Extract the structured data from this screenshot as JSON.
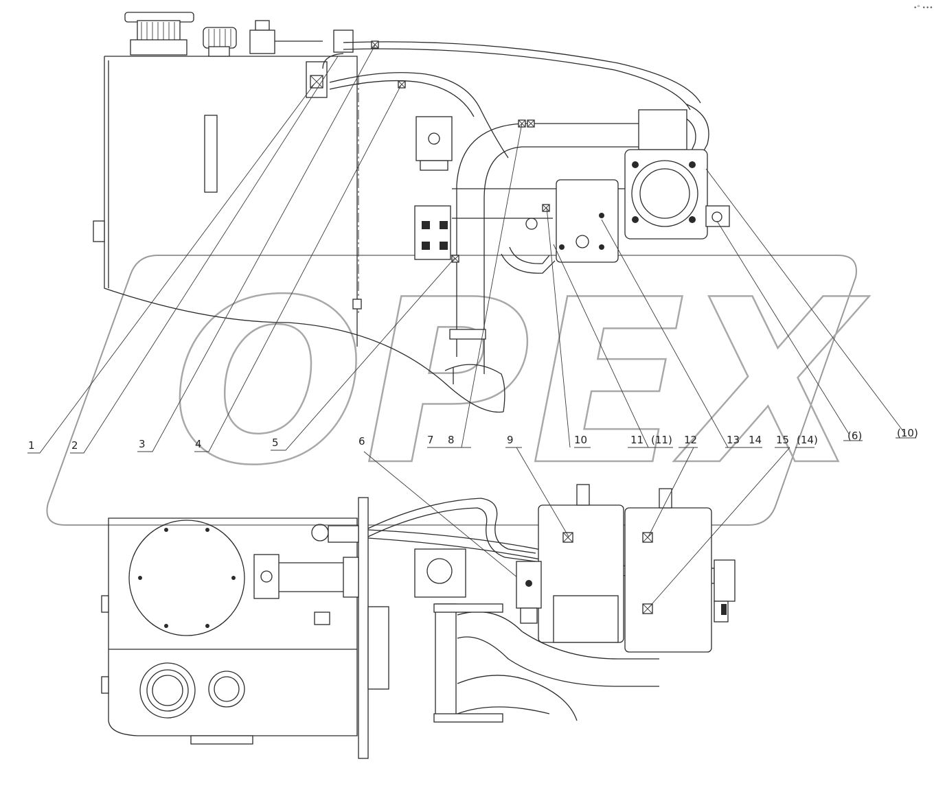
{
  "watermark": {
    "text": "OPEX"
  },
  "callouts": {
    "c1": "1",
    "c2": "2",
    "c3": "3",
    "c4": "4",
    "c5": "5",
    "c6": "6",
    "c7": "7",
    "c8": "8",
    "c9": "9",
    "c10": "10",
    "c11": "11",
    "c11b": "(11)",
    "c12": "12",
    "c13": "13",
    "c14": "14",
    "c15": "15",
    "c14b": "(14)",
    "c6b": "(6)",
    "c10b": "(10)"
  },
  "corner_glyph": "•° •••"
}
